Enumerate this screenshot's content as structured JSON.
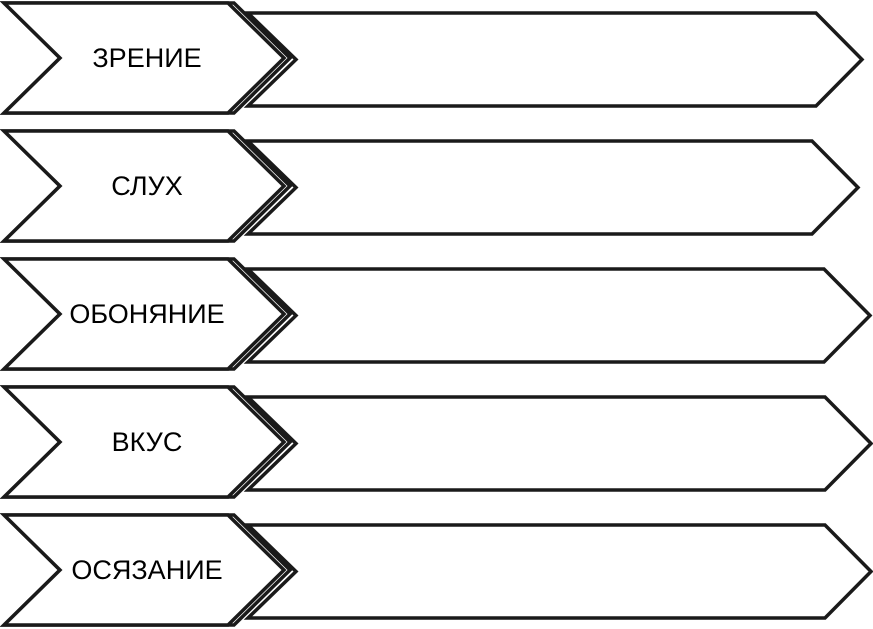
{
  "rows": [
    {
      "label": "ЗРЕНИЕ"
    },
    {
      "label": "СЛУХ"
    },
    {
      "label": "ОБОНЯНИЕ"
    },
    {
      "label": "ВКУС"
    },
    {
      "label": "ОСЯЗАНИЕ"
    }
  ],
  "colors": {
    "stroke": "#1a1a1a",
    "fill": "#ffffff",
    "text": "#000000"
  }
}
